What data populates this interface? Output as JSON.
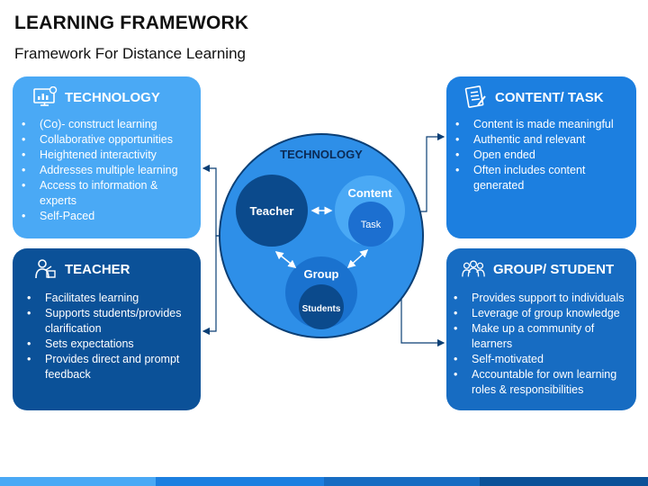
{
  "header": {
    "title": "LEARNING FRAMEWORK",
    "subtitle": "Framework For Distance Learning"
  },
  "panels": {
    "technology": {
      "title": "TECHNOLOGY",
      "icon": "computer-chart-icon",
      "items": [
        "(Co)- construct learning",
        "Collaborative opportunities",
        "Heightened interactivity",
        "Addresses multiple learning",
        "Access to information &",
        "experts",
        "Self-Paced"
      ]
    },
    "content_task": {
      "title": "CONTENT/ TASK",
      "icon": "document-checklist-icon",
      "items": [
        "Content is made meaningful",
        "Authentic and relevant",
        "Open ended",
        "Often includes content",
        "generated"
      ]
    },
    "teacher": {
      "title": "TEACHER",
      "icon": "teacher-icon",
      "items": [
        "Facilitates learning",
        "Supports students/provides",
        "clarification",
        "Sets expectations",
        "Provides direct and prompt",
        "feedback"
      ]
    },
    "group_student": {
      "title": "GROUP/ STUDENT",
      "icon": "people-group-icon",
      "items": [
        "Provides support to individuals",
        "Leverage of group knowledge",
        "Make up a community of",
        "learners",
        "Self-motivated",
        "Accountable for own learning",
        "roles & responsibilities"
      ]
    }
  },
  "diagram": {
    "outer_label": "TECHNOLOGY",
    "teacher_label": "Teacher",
    "content_label": "Content",
    "task_label": "Task",
    "group_label": "Group",
    "students_label": "Students"
  },
  "colors": {
    "outer_circle": "#2e8fe8",
    "dark_navy": "#0b4a8c",
    "light_blue": "#4aa9f5",
    "panel_tech": "#4aa9f5",
    "panel_content": "#1c7fe0",
    "panel_teacher": "#0b5198",
    "panel_group": "#176cc2"
  }
}
